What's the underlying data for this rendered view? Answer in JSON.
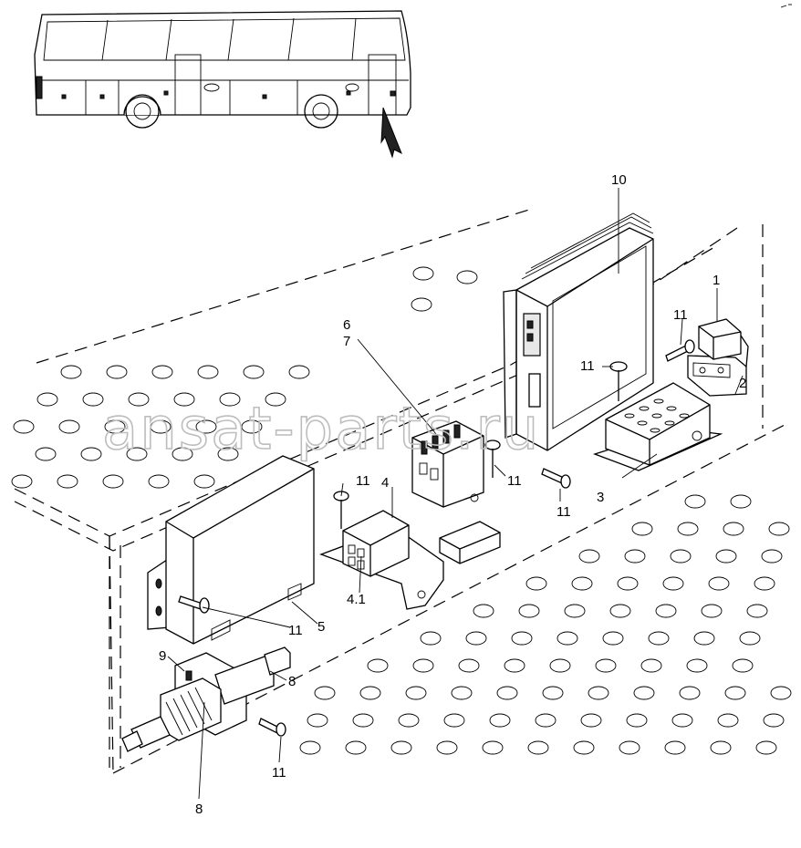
{
  "diagram": {
    "watermark": "ansat-parts.ru",
    "callouts": {
      "c1": "1",
      "c2": "2",
      "c3": "3",
      "c4": "4",
      "c41": "4.1",
      "c5": "5",
      "c6": "6",
      "c7": "7",
      "c8a": "8",
      "c8b": "8",
      "c9": "9",
      "c10": "10",
      "c11a": "11",
      "c11b": "11",
      "c11c": "11",
      "c11d": "11",
      "c11e": "11",
      "c11f": "11",
      "c11g": "11"
    }
  }
}
